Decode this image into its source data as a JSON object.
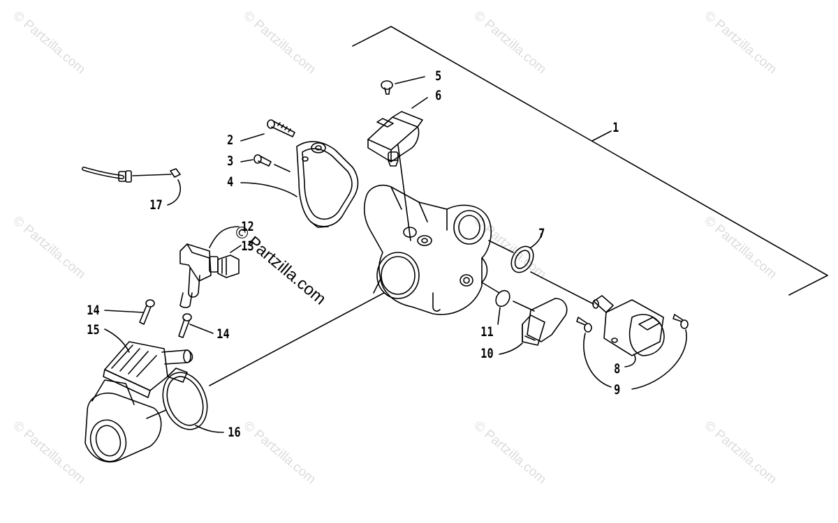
{
  "watermark": {
    "text": "© Partzilla.com",
    "main_text": "© Partzilla.com"
  },
  "callouts": [
    "1",
    "2",
    "3",
    "4",
    "5",
    "6",
    "7",
    "8",
    "9",
    "10",
    "11",
    "12",
    "13",
    "14",
    "14",
    "15",
    "16",
    "17"
  ],
  "colors": {
    "line": "#000000",
    "watermark": "#dcdcdc"
  }
}
